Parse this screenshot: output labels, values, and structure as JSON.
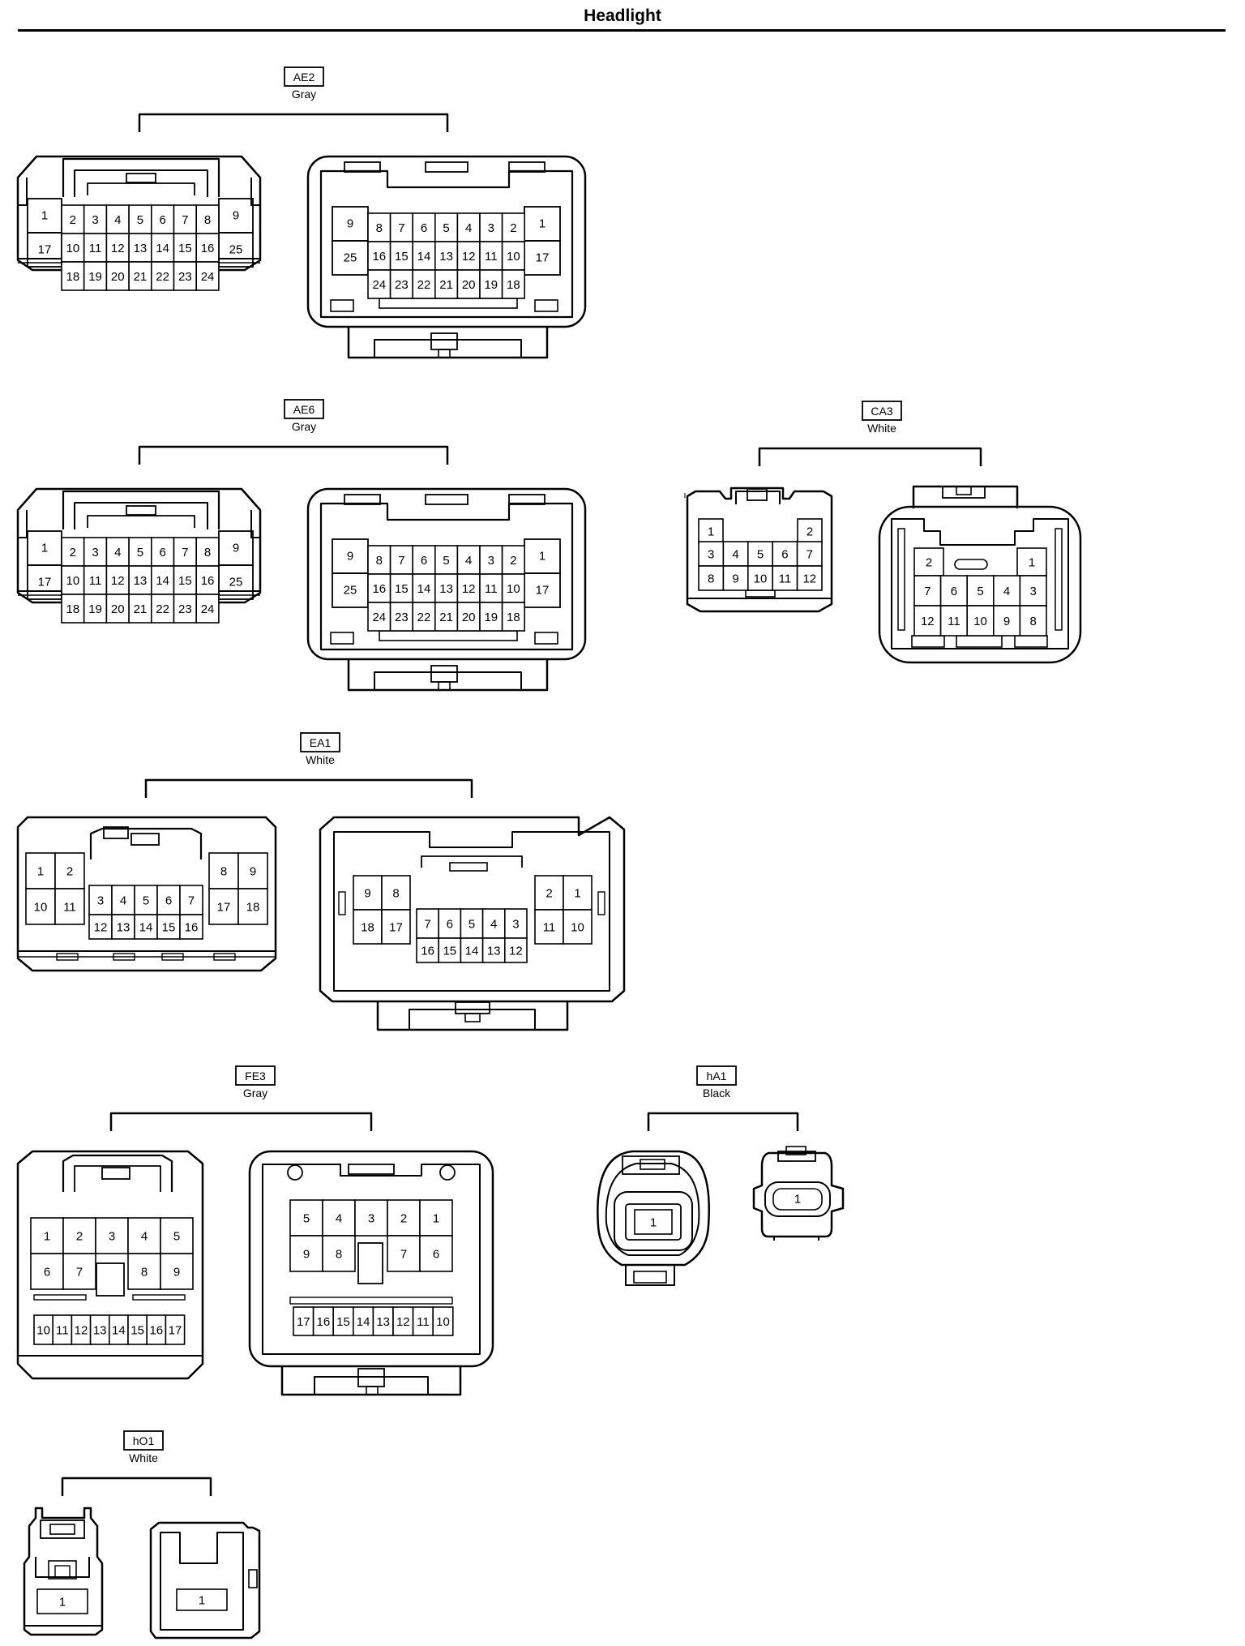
{
  "title": "Headlight",
  "connectors": [
    {
      "code": "AE2",
      "color": "Gray",
      "type": "big25",
      "left": {
        "row1": [
          "2",
          "3",
          "4",
          "5",
          "6",
          "7",
          "8"
        ],
        "row2": [
          "10",
          "11",
          "12",
          "13",
          "14",
          "15",
          "16"
        ],
        "row3": [
          "18",
          "19",
          "20",
          "21",
          "22",
          "23",
          "24"
        ],
        "side_l": [
          "1",
          "17"
        ],
        "side_r": [
          "9",
          "25"
        ]
      },
      "right": {
        "row1": [
          "8",
          "7",
          "6",
          "5",
          "4",
          "3",
          "2"
        ],
        "row2": [
          "16",
          "15",
          "14",
          "13",
          "12",
          "11",
          "10"
        ],
        "row3": [
          "24",
          "23",
          "22",
          "21",
          "20",
          "19",
          "18"
        ],
        "side_l": [
          "9",
          "25"
        ],
        "side_r": [
          "1",
          "17"
        ]
      }
    },
    {
      "code": "AE6",
      "color": "Gray",
      "type": "big25",
      "left": {
        "row1": [
          "2",
          "3",
          "4",
          "5",
          "6",
          "7",
          "8"
        ],
        "row2": [
          "10",
          "11",
          "12",
          "13",
          "14",
          "15",
          "16"
        ],
        "row3": [
          "18",
          "19",
          "20",
          "21",
          "22",
          "23",
          "24"
        ],
        "side_l": [
          "1",
          "17"
        ],
        "side_r": [
          "9",
          "25"
        ]
      },
      "right": {
        "row1": [
          "8",
          "7",
          "6",
          "5",
          "4",
          "3",
          "2"
        ],
        "row2": [
          "16",
          "15",
          "14",
          "13",
          "12",
          "11",
          "10"
        ],
        "row3": [
          "24",
          "23",
          "22",
          "21",
          "20",
          "19",
          "18"
        ],
        "side_l": [
          "9",
          "25"
        ],
        "side_r": [
          "1",
          "17"
        ]
      }
    },
    {
      "code": "CA3",
      "color": "White",
      "type": "ca12",
      "left": {
        "row1": [
          "1",
          "2"
        ],
        "row2": [
          "3",
          "4",
          "5",
          "6",
          "7"
        ],
        "row3": [
          "8",
          "9",
          "10",
          "11",
          "12"
        ]
      },
      "right": {
        "row1": [
          "2",
          "1"
        ],
        "row2": [
          "7",
          "6",
          "5",
          "4",
          "3"
        ],
        "row3": [
          "12",
          "11",
          "10",
          "9",
          "8"
        ]
      }
    },
    {
      "code": "EA1",
      "color": "White",
      "type": "ea18",
      "left": {
        "g1": [
          "1",
          "2",
          "10",
          "11"
        ],
        "g2": [
          "8",
          "9",
          "17",
          "18"
        ],
        "row1": [
          "3",
          "4",
          "5",
          "6",
          "7"
        ],
        "row2": [
          "12",
          "13",
          "14",
          "15",
          "16"
        ]
      },
      "right": {
        "g1": [
          "9",
          "8",
          "18",
          "17"
        ],
        "g2": [
          "2",
          "1",
          "11",
          "10"
        ],
        "row1": [
          "7",
          "6",
          "5",
          "4",
          "3"
        ],
        "row2": [
          "16",
          "15",
          "14",
          "13",
          "12"
        ]
      }
    },
    {
      "code": "FE3",
      "color": "Gray",
      "type": "fe17",
      "left": {
        "row1": [
          "1",
          "2",
          "3",
          "4",
          "5"
        ],
        "row2": [
          "6",
          "7",
          "8",
          "9"
        ],
        "row3": [
          "10",
          "11",
          "12",
          "13",
          "14",
          "15",
          "16",
          "17"
        ]
      },
      "right": {
        "row1": [
          "5",
          "4",
          "3",
          "2",
          "1"
        ],
        "row2": [
          "9",
          "8",
          "7",
          "6"
        ],
        "row3": [
          "17",
          "16",
          "15",
          "14",
          "13",
          "12",
          "11",
          "10"
        ]
      }
    },
    {
      "code": "hA1",
      "color": "Black",
      "type": "single_ha",
      "left": {
        "pin": "1"
      },
      "right": {
        "pin": "1"
      }
    },
    {
      "code": "hO1",
      "color": "White",
      "type": "single_ho",
      "left": {
        "pin": "1"
      },
      "right": {
        "pin": "1"
      }
    }
  ]
}
